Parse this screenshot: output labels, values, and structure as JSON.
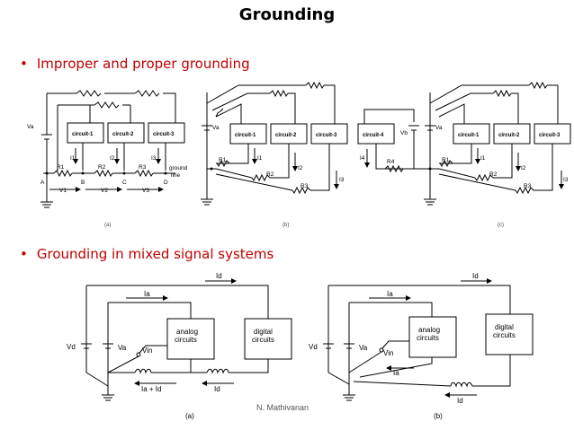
{
  "title": "Grounding",
  "bullets": [
    {
      "bullet": "•",
      "text": "Improper and proper grounding"
    },
    {
      "bullet": "•",
      "text": "Grounding in mixed signal systems"
    }
  ],
  "diagram_a": {
    "va": "Va",
    "circuits": [
      "circuit-1",
      "circuit-2",
      "circuit-3"
    ],
    "currents": [
      "I1",
      "I2",
      "I3"
    ],
    "resistors": [
      "R1",
      "R2",
      "R3"
    ],
    "nodes": [
      "A",
      "B",
      "C",
      "D"
    ],
    "voltages": [
      "V1",
      "V2",
      "V3"
    ],
    "ground_line": [
      "ground",
      "line"
    ],
    "caption": "(a)"
  },
  "diagram_b": {
    "va": "Va",
    "circuits": [
      "circuit-1",
      "circuit-2",
      "circuit-3"
    ],
    "currents": [
      "I1",
      "I2",
      "I3"
    ],
    "resistors": [
      "R1",
      "R2",
      "R3"
    ],
    "caption": "(b)"
  },
  "diagram_c": {
    "circuit4": "circuit-4",
    "vb": "Vb",
    "va": "Va",
    "i4": "I4",
    "r4": "R4",
    "circuits": [
      "circuit-1",
      "circuit-2",
      "circuit-3"
    ],
    "currents": [
      "I1",
      "I2",
      "I3"
    ],
    "resistors": [
      "R1",
      "R2",
      "R3"
    ],
    "caption": "(c)"
  },
  "mixed_a": {
    "id_top": "Id",
    "ia": "Ia",
    "vd": "Vd",
    "va": "Va",
    "vin": "Vin",
    "analog": [
      "analog",
      "circuits"
    ],
    "digital": [
      "digital",
      "circuits"
    ],
    "ia_plus_id": "Ia + Id",
    "id_bottom": "Id",
    "caption": "(a)"
  },
  "mixed_b": {
    "id_top": "Id",
    "ia": "Ia",
    "vd": "Vd",
    "va": "Va",
    "vin": "Vin",
    "analog": [
      "analog",
      "circuits"
    ],
    "digital": [
      "digital",
      "circuits"
    ],
    "ia_mid": "Ia",
    "id_bottom": "Id",
    "caption": "(b)"
  },
  "footer": "N. Mathivanan"
}
